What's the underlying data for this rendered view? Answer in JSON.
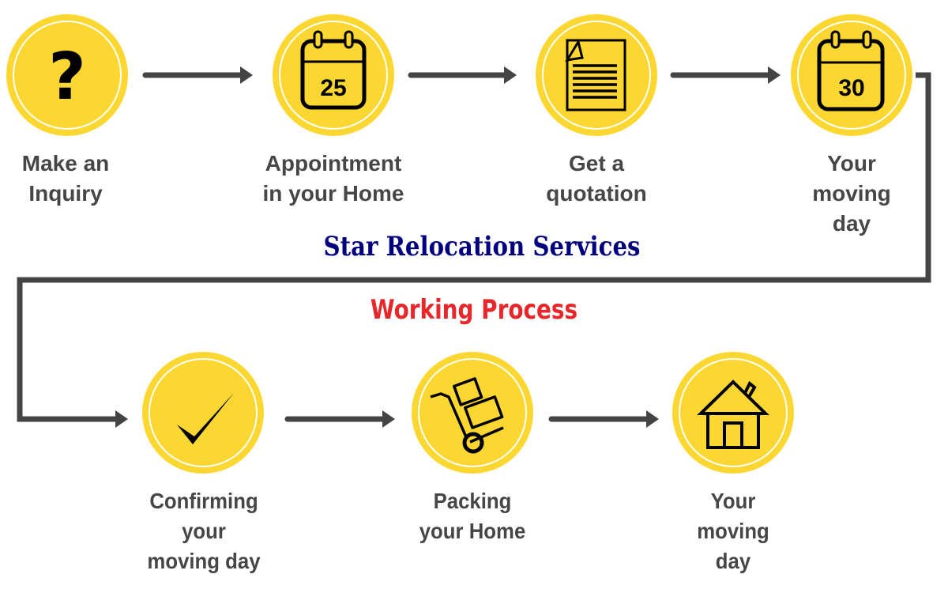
{
  "colors": {
    "circle_fill": "#fcd732",
    "circle_ring": "#ffffff",
    "connector": "#444444",
    "label_text": "#464646",
    "title_main": "#00007f",
    "title_sub": "#e8272a"
  },
  "title": {
    "main": "Star Relocation Services",
    "sub": "Working Process"
  },
  "steps": [
    {
      "label": "Make an\nInquiry",
      "icon": "question-mark-icon"
    },
    {
      "label": "Appointment\nin your Home",
      "icon": "calendar-icon",
      "icon_value": "25"
    },
    {
      "label": "Get a\nquotation",
      "icon": "document-icon"
    },
    {
      "label": "Your\nmoving\nday",
      "icon": "calendar-icon",
      "icon_value": "30"
    },
    {
      "label": "Confirming\nyour\nmoving day",
      "icon": "checkmark-icon"
    },
    {
      "label": "Packing\nyour Home",
      "icon": "hand-truck-icon"
    },
    {
      "label": "Your\nmoving\nday",
      "icon": "house-icon"
    }
  ]
}
